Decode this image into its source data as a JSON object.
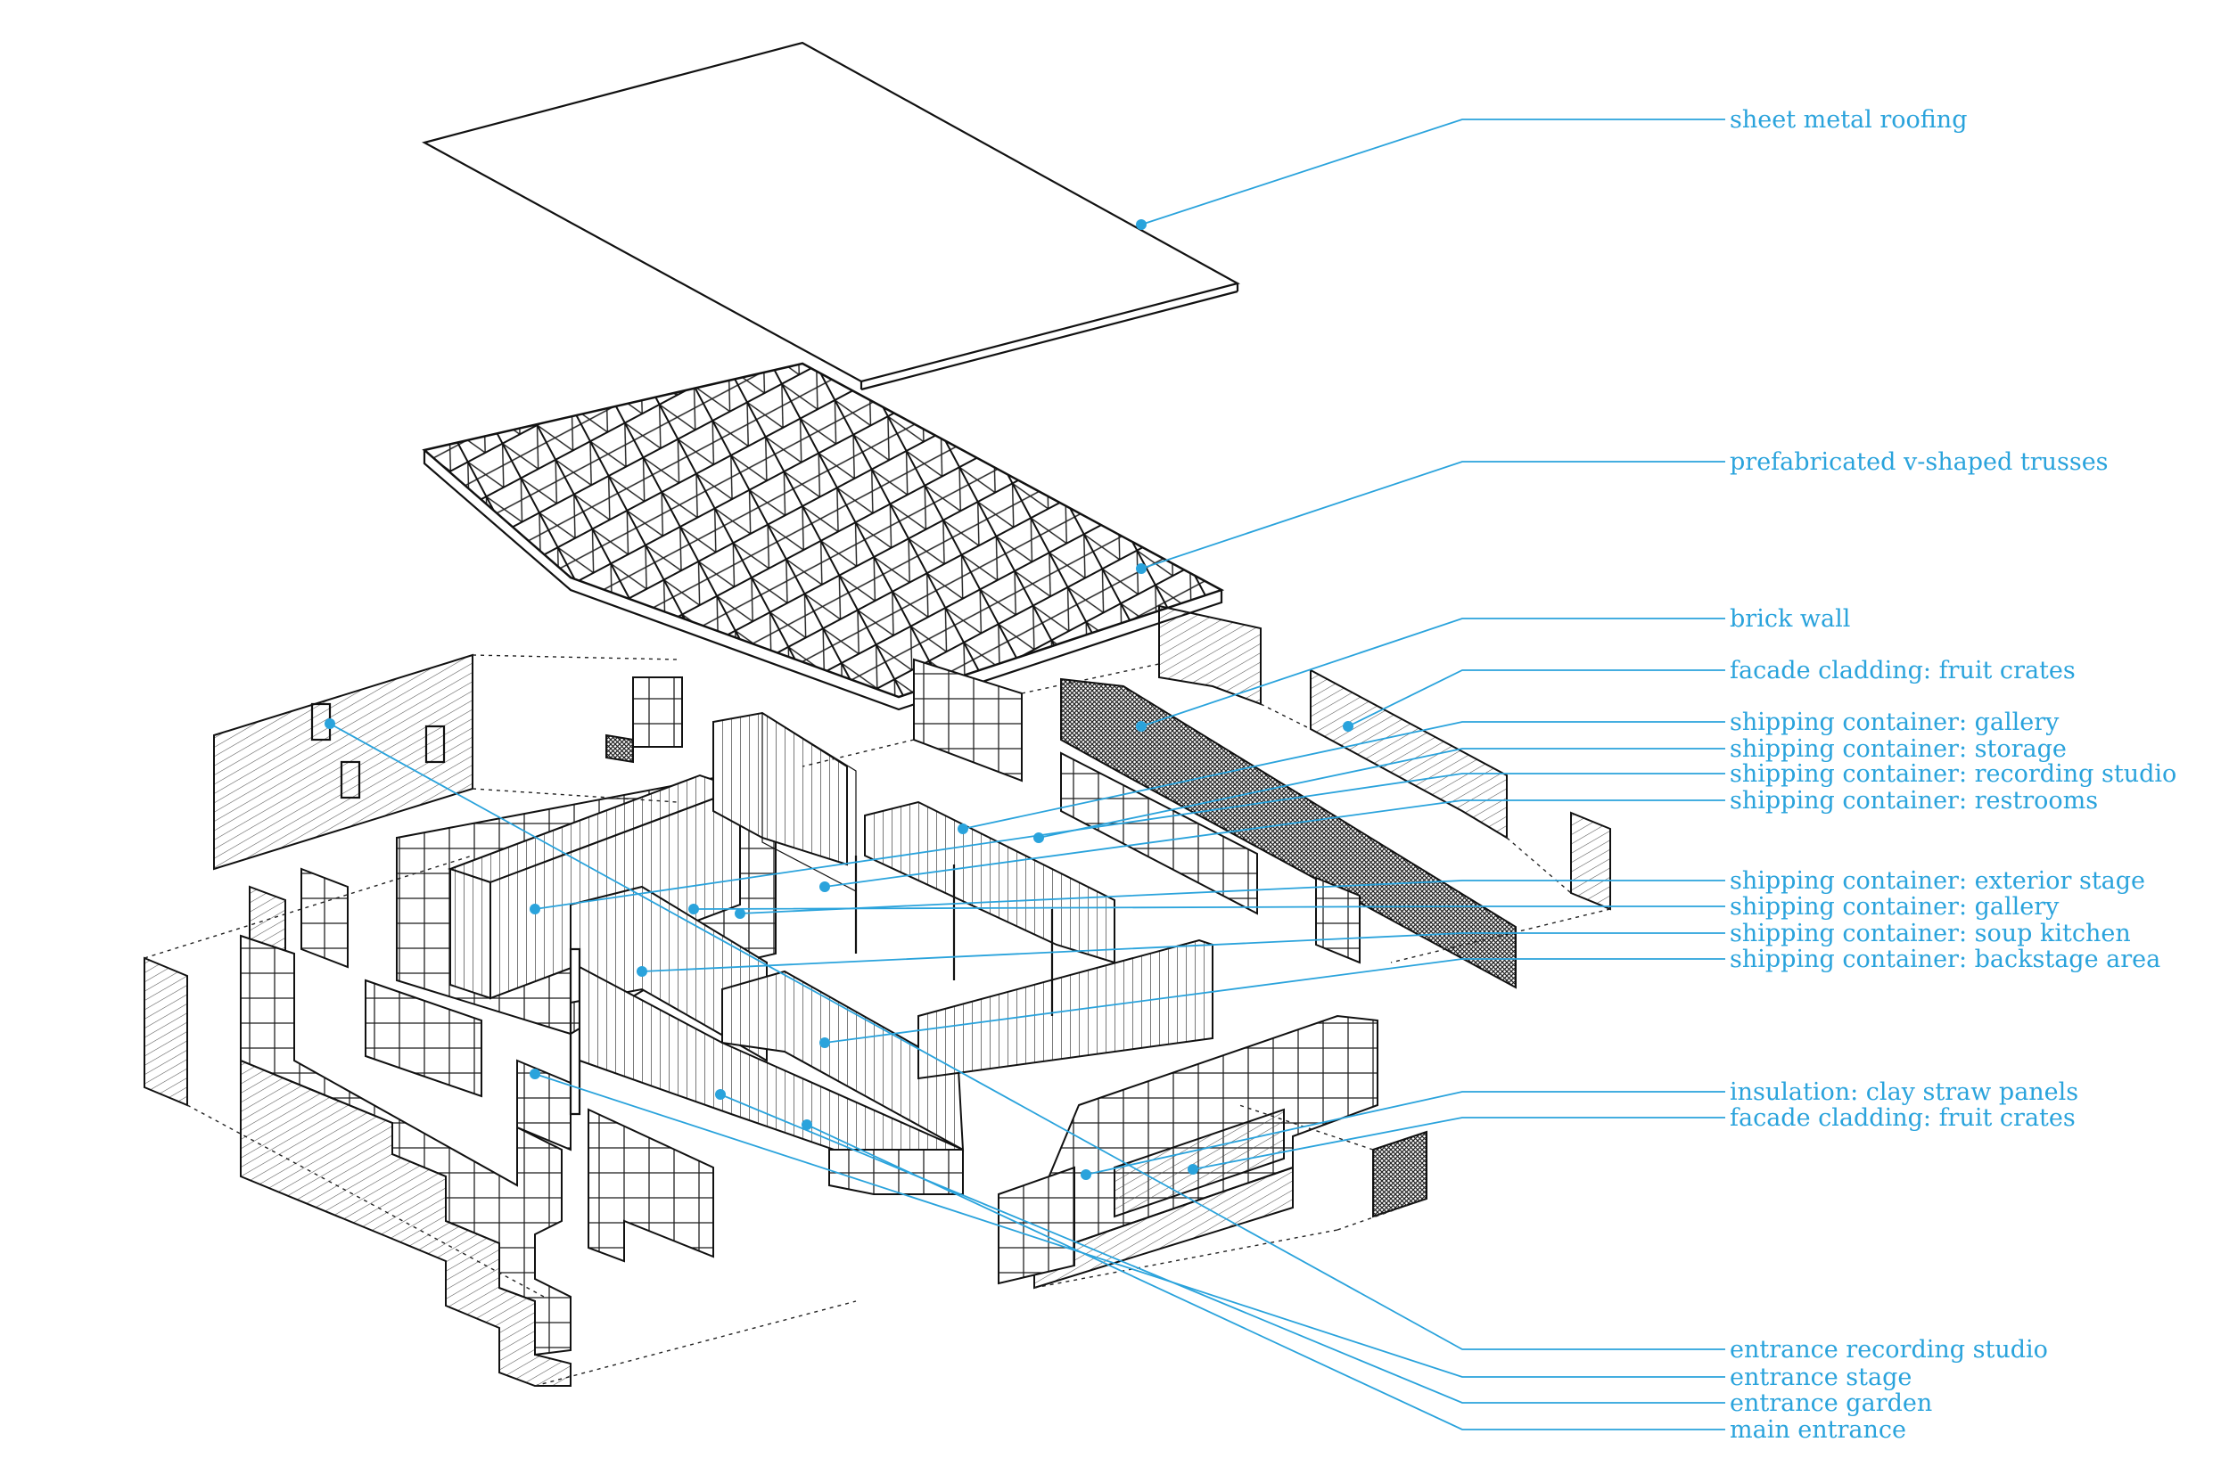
{
  "accent_color": "#2aa3dc",
  "labels": [
    {
      "id": "sheet-metal-roofing",
      "text": "sheet metal roofing"
    },
    {
      "id": "prefabricated-trusses",
      "text": "prefabricated v-shaped trusses"
    },
    {
      "id": "brick-wall",
      "text": "brick wall"
    },
    {
      "id": "facade-cladding-1",
      "text": "facade cladding: fruit crates"
    },
    {
      "id": "container-gallery-1",
      "text": "shipping container: gallery"
    },
    {
      "id": "container-storage",
      "text": "shipping container: storage"
    },
    {
      "id": "container-recording-studio",
      "text": "shipping container: recording studio"
    },
    {
      "id": "container-restrooms",
      "text": "shipping container: restrooms"
    },
    {
      "id": "container-exterior-stage",
      "text": "shipping container: exterior stage"
    },
    {
      "id": "container-gallery-2",
      "text": "shipping container: gallery"
    },
    {
      "id": "container-soup-kitchen",
      "text": "shipping container: soup kitchen"
    },
    {
      "id": "container-backstage",
      "text": "shipping container: backstage area"
    },
    {
      "id": "insulation",
      "text": "insulation: clay straw panels"
    },
    {
      "id": "facade-cladding-2",
      "text": "facade cladding: fruit crates"
    },
    {
      "id": "entrance-recording-studio",
      "text": "entrance recording studio"
    },
    {
      "id": "entrance-stage",
      "text": "entrance stage"
    },
    {
      "id": "entrance-garden",
      "text": "entrance garden"
    },
    {
      "id": "main-entrance",
      "text": "main entrance"
    }
  ]
}
